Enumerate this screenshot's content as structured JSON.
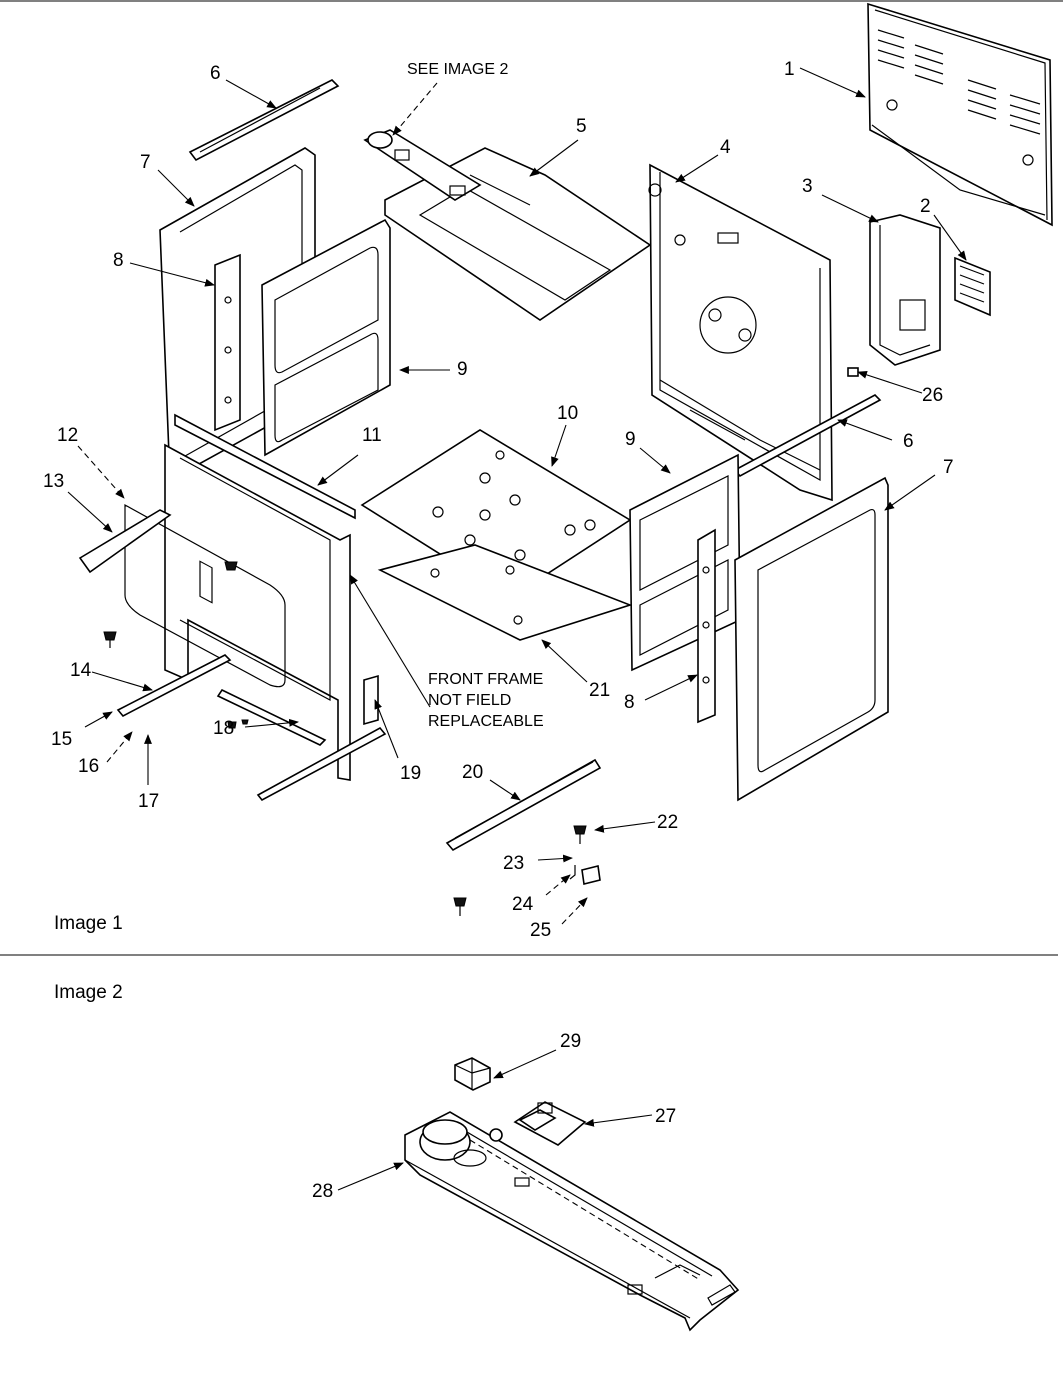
{
  "notes": {
    "see_image_2": "SEE IMAGE 2",
    "front_frame_line1": "FRONT FRAME",
    "front_frame_line2": "NOT FIELD",
    "front_frame_line3": "REPLACEABLE"
  },
  "captions": {
    "image1": "Image 1",
    "image2": "Image 2"
  },
  "callouts": {
    "c1": "1",
    "c2": "2",
    "c3": "3",
    "c4": "4",
    "c5": "5",
    "c6a": "6",
    "c6b": "6",
    "c7a": "7",
    "c7b": "7",
    "c8a": "8",
    "c8b": "8",
    "c9a": "9",
    "c9b": "9",
    "c10": "10",
    "c11": "11",
    "c12": "12",
    "c13": "13",
    "c14": "14",
    "c15": "15",
    "c16": "16",
    "c17": "17",
    "c18": "18",
    "c19": "19",
    "c20": "20",
    "c21": "21",
    "c22": "22",
    "c23": "23",
    "c24": "24",
    "c25": "25",
    "c26": "26",
    "c27": "27",
    "c28": "28",
    "c29": "29"
  }
}
